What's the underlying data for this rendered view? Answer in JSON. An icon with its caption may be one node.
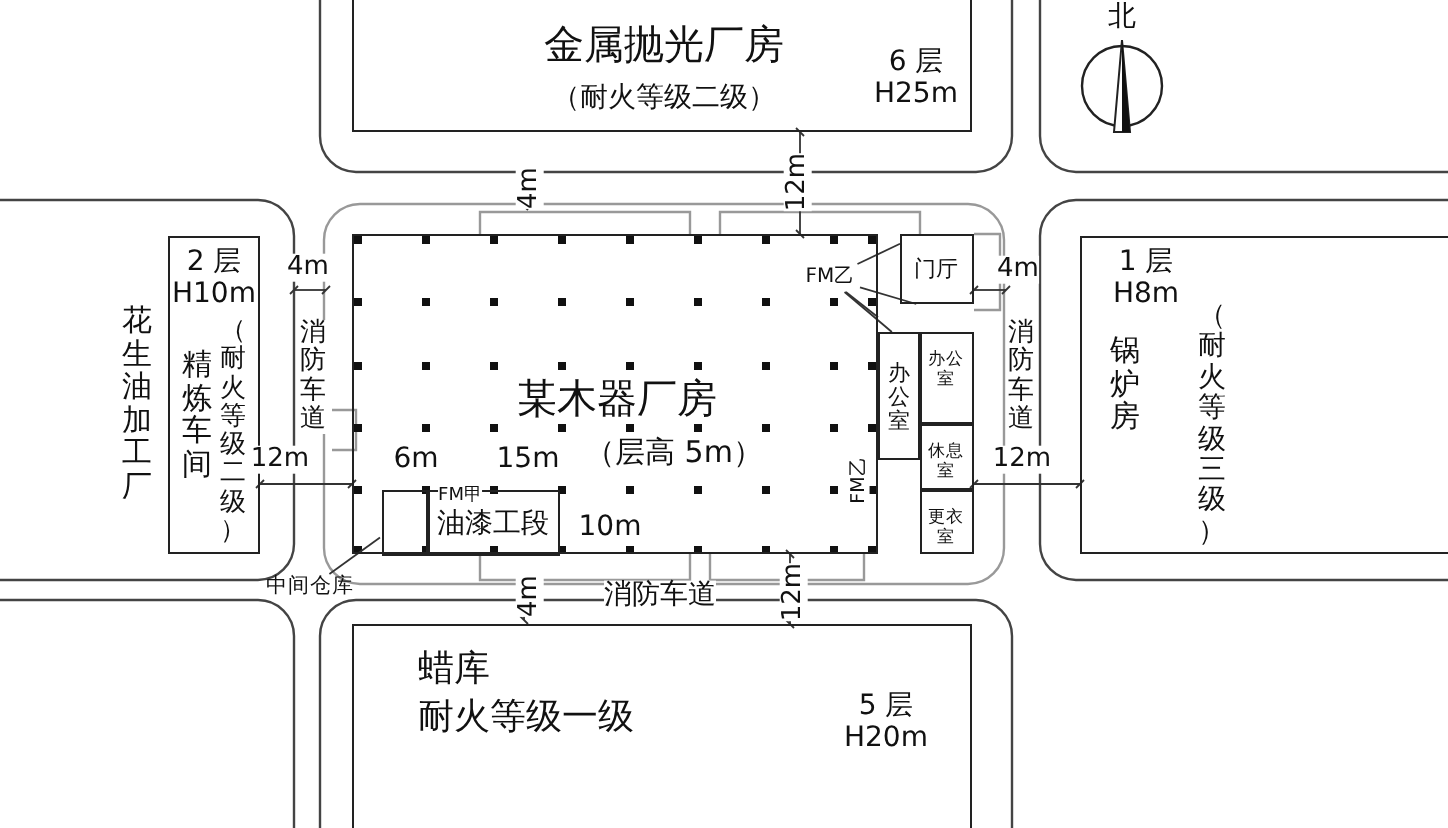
{
  "diagram": {
    "nodes": [
      {
        "text": [
          "金属抛光厂房",
          "（耐火等级二级）",
          "6 层 H25m"
        ]
      },
      {
        "text": [
          "2 层 H10m",
          "精炼车间",
          "（耐火等级二级）"
        ]
      },
      {
        "text": [
          "某木器厂房",
          "（层高 5m）"
        ]
      },
      {
        "text": [
          "油漆工段"
        ],
        "in": 2
      },
      {
        "text": [],
        "shape": "box",
        "in": 2
      },
      {
        "text": [
          "门厅"
        ]
      },
      {
        "text": [
          "办公室"
        ]
      },
      {
        "text": [
          "办公室"
        ]
      },
      {
        "text": [
          "休息室"
        ]
      },
      {
        "text": [
          "更衣室"
        ]
      },
      {
        "text": [
          "1 层 H8m",
          "锅炉房",
          "（耐火等级三级）"
        ]
      },
      {
        "text": [
          "蜡库",
          "耐火等级一级",
          "5 层 H20m"
        ]
      },
      {
        "text": [
          "中间仓库"
        ]
      },
      {
        "text": [
          "FM乙"
        ],
        "in": 2
      }
    ],
    "edges": [
      {
        "from": 12,
        "to": 4,
        "arrow": "none"
      },
      {
        "from": 13,
        "to": 2,
        "arrow": "none"
      },
      {
        "from": 13,
        "to": 5,
        "arrow": "none"
      },
      {
        "from": 13,
        "to": 5,
        "arrow": "none"
      },
      {
        "from": 13,
        "to": 6,
        "arrow": "none"
      }
    ],
    "labels": [
      "北",
      "花生油加工厂",
      "4m",
      "12m",
      "4m",
      "消防车道",
      "12m",
      "4m",
      "消防车道",
      "12m",
      "6m",
      "15m",
      "FM乙",
      "FM甲",
      "10m",
      "4m",
      "消防车道",
      "12m"
    ]
  }
}
